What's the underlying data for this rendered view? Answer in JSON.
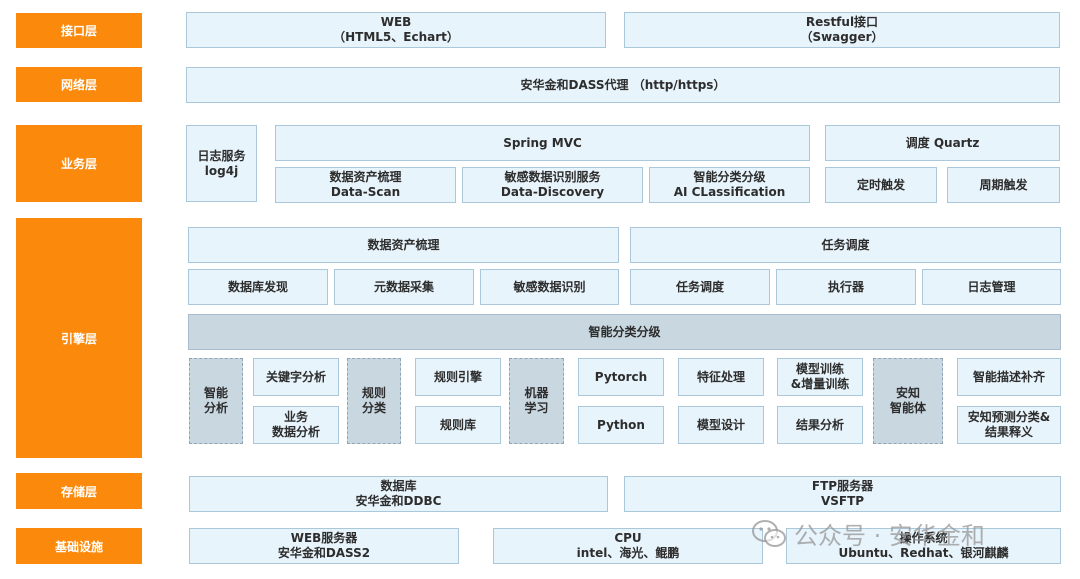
{
  "layers": {
    "interface": "接口层",
    "network": "网络层",
    "business": "业务层",
    "engine": "引擎层",
    "storage": "存储层",
    "infra": "基础设施"
  },
  "interface": {
    "web": [
      "WEB",
      "（HTML5、Echart）"
    ],
    "restful": [
      "Restful接口",
      "（Swagger）"
    ]
  },
  "network": {
    "proxy": "安华金和DASS代理 （http/https）"
  },
  "business": {
    "log_service": [
      "日志服务",
      "log4j"
    ],
    "spring_mvc": "Spring MVC",
    "data_scan": [
      "数据资产梳理",
      "Data-Scan"
    ],
    "data_discovery": [
      "敏感数据识别服务",
      "Data-Discovery"
    ],
    "ai_classification": [
      "智能分类分级",
      "AI CLassification"
    ],
    "quartz": "调度 Quartz",
    "timed_trigger": "定时触发",
    "periodic_trigger": "周期触发"
  },
  "engine": {
    "asset_sorting": "数据资产梳理",
    "task_scheduling_header": "任务调度",
    "db_discovery": "数据库发现",
    "metadata_collection": "元数据采集",
    "sensitive_identification": "敏感数据识别",
    "task_scheduling": "任务调度",
    "executor": "执行器",
    "log_management": "日志管理",
    "smart_classification": "智能分类分级",
    "smart_analysis": [
      "智能",
      "分析"
    ],
    "keyword_analysis": "关键字分析",
    "business_analysis": [
      "业务",
      "数据分析"
    ],
    "rule_classification": [
      "规则",
      "分类"
    ],
    "rule_engine": "规则引擎",
    "rule_library": "规则库",
    "machine_learning": [
      "机器",
      "学习"
    ],
    "pytorch": "Pytorch",
    "python": "Python",
    "feature_processing": "特征处理",
    "model_design": "模型设计",
    "model_training": [
      "模型训练",
      "&增量训练"
    ],
    "result_analysis": "结果分析",
    "anzhi": [
      "安知",
      "智能体"
    ],
    "smart_description": "智能描述补齐",
    "anzhi_prediction": [
      "安知预测分类&",
      "结果释义"
    ]
  },
  "storage": {
    "database": [
      "数据库",
      "安华金和DDBC"
    ],
    "ftp": [
      "FTP服务器",
      "VSFTP"
    ]
  },
  "infra": {
    "web_server": [
      "WEB服务器",
      "安华金和DASS2"
    ],
    "cpu": [
      "CPU",
      "intel、海光、鲲鹏"
    ],
    "os": [
      "操作系统",
      "Ubuntu、Redhat、银河麒麟"
    ]
  },
  "watermark": "公众号 · 安华金和",
  "colors": {
    "layer": "#fb8a0c",
    "box": "#e8f4fb",
    "box_border": "#aac8da",
    "gray": "#c9d7e1"
  }
}
